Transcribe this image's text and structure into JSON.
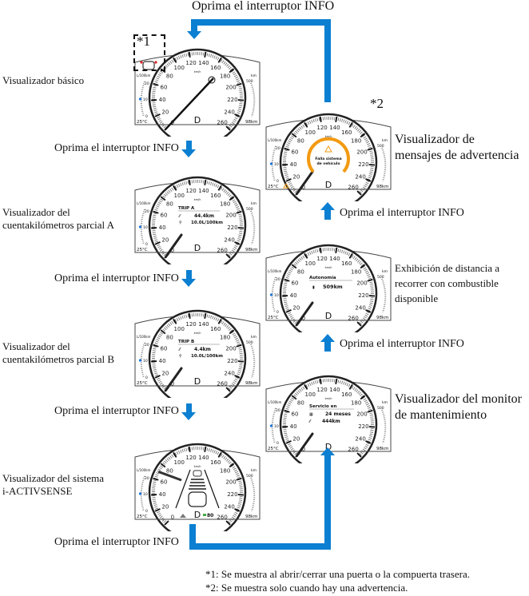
{
  "steps": {
    "press_info": "Oprima el interruptor INFO"
  },
  "displays": {
    "basic": {
      "line1": "Visualizador básico"
    },
    "trip_a": {
      "line1": "Visualizador del",
      "line2": "cuentakilómetros parcial A"
    },
    "trip_b": {
      "line1": "Visualizador del",
      "line2": "cuentakilómetros parcial B"
    },
    "activsense": {
      "line1": "Visualizador del sistema",
      "line2": "i-ACTIVSENSE"
    },
    "warning": {
      "line1": "Visualizador de",
      "line2": "mensajes de advertencia"
    },
    "range": {
      "line1": "Exhibición de distancia a",
      "line2": "recorrer con combustible",
      "line3": "disponible"
    },
    "maintenance": {
      "line1": "Visualizador del monitor",
      "line2": "de mantenimiento"
    }
  },
  "gauge": {
    "speed_labels": [
      "0",
      "20",
      "40",
      "60",
      "80",
      "100",
      "120",
      "140",
      "160",
      "180",
      "200",
      "220",
      "240",
      "260"
    ],
    "unit": "km/h",
    "gear": "D",
    "fuel_unit": "L/100km",
    "fuel_ticks": [
      "20",
      "10",
      "0"
    ],
    "temp": "25°C",
    "range_unit": "km",
    "range_tick": "500",
    "range_value": "98km"
  },
  "gauge_content": {
    "trip_a": {
      "title": "TRIP A",
      "distance": "44.4km",
      "economy": "10.0L/100km"
    },
    "trip_b": {
      "title": "TRIP B",
      "distance": "4.4km",
      "economy": "10.0L/100km"
    },
    "warning": {
      "message_line1": "Falla sistema",
      "message_line2": "de vehículo"
    },
    "range": {
      "title": "Autonomía",
      "value": "509km"
    },
    "maintenance": {
      "title": "Servicio en",
      "months": "24 meses",
      "distance": "444km"
    },
    "activsense": {
      "set_speed": "80"
    }
  },
  "notes": {
    "star1": "*1",
    "star2": "*2",
    "footnote1": "*1: Se muestra al abrir/cerrar una puerta o la compuerta trasera.",
    "footnote2": "*2: Se muestra solo cuando hay una advertencia."
  },
  "colors": {
    "arrow": "#0b7fd1",
    "warning": "#f39a12"
  }
}
